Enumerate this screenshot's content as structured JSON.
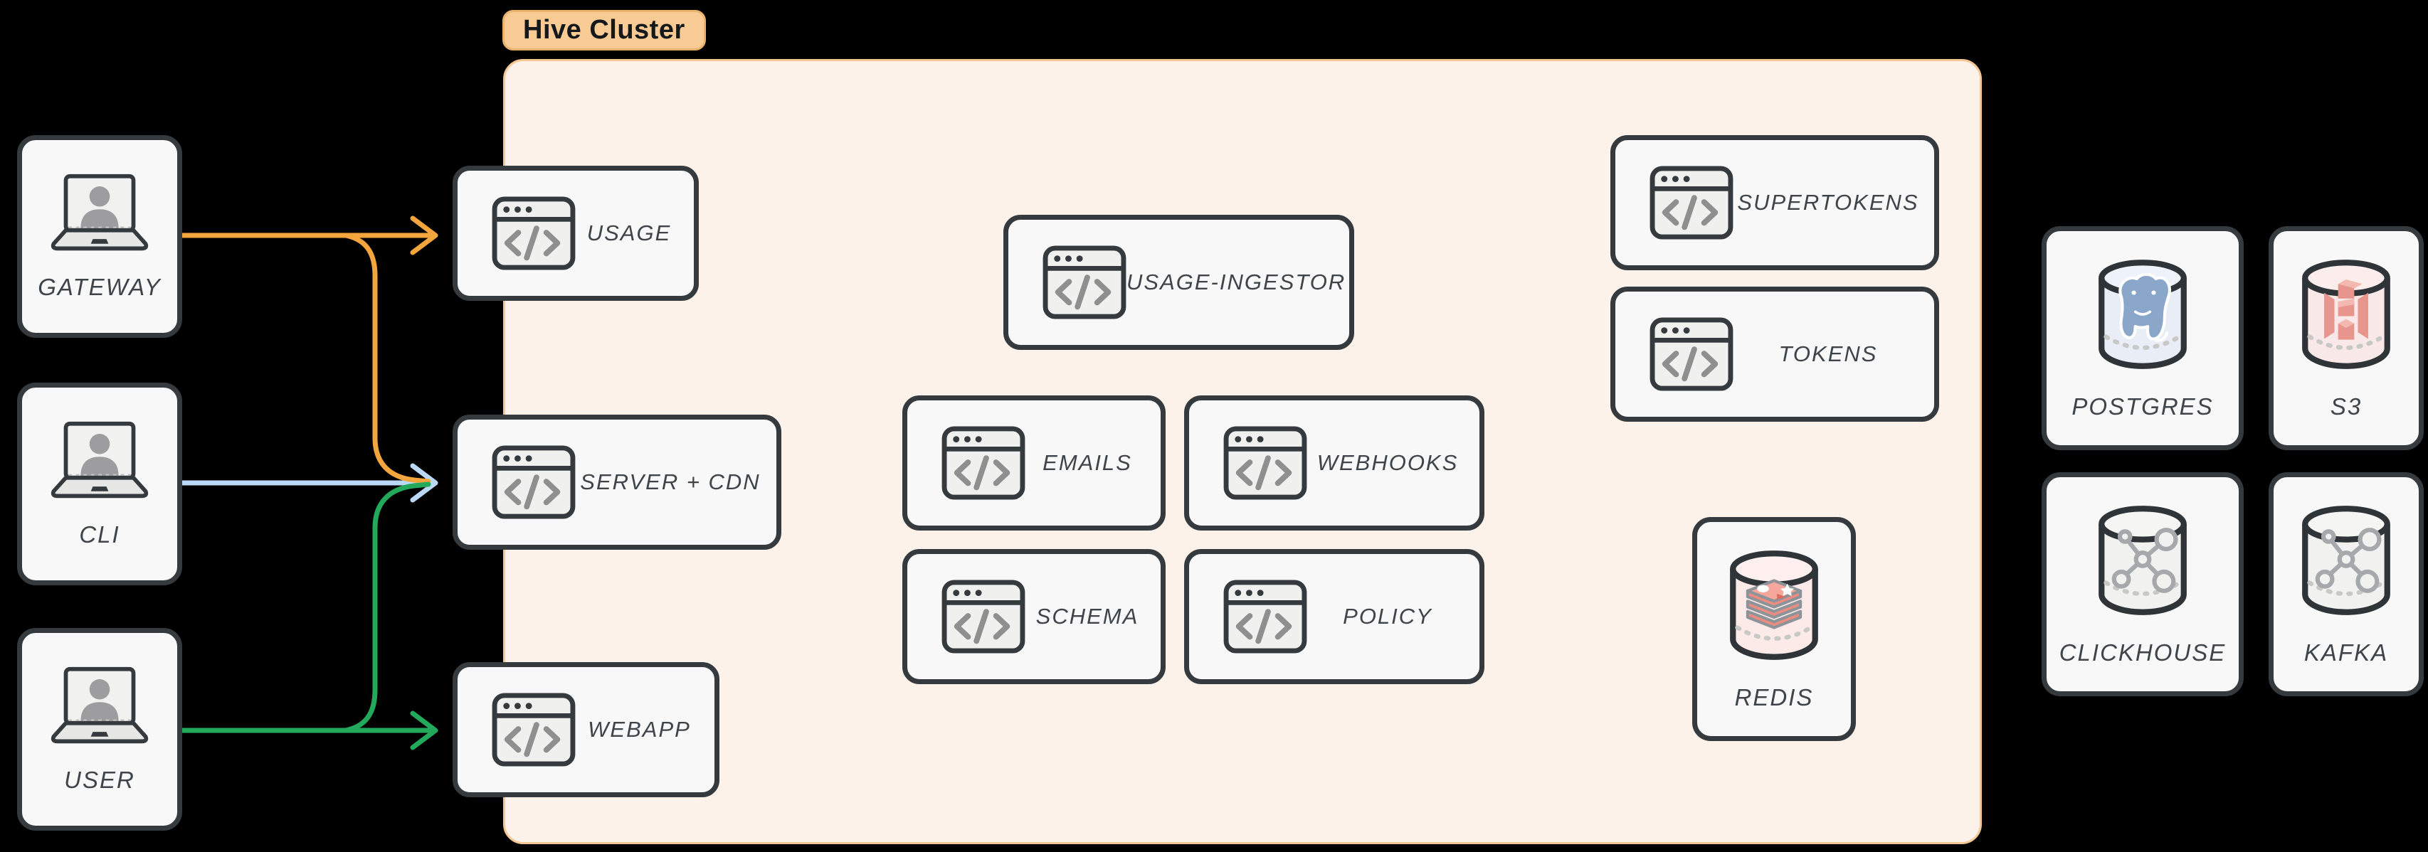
{
  "cluster_label": "Hive Cluster",
  "actors": [
    {
      "label": "GATEWAY"
    },
    {
      "label": "CLI"
    },
    {
      "label": "USER"
    }
  ],
  "services": [
    {
      "label": "USAGE"
    },
    {
      "label": "SERVER + CDN"
    },
    {
      "label": "WEBAPP"
    },
    {
      "label": "USAGE-INGESTOR"
    },
    {
      "label": "EMAILS"
    },
    {
      "label": "WEBHOOKS"
    },
    {
      "label": "SCHEMA"
    },
    {
      "label": "POLICY"
    },
    {
      "label": "SUPERTOKENS"
    },
    {
      "label": "TOKENS"
    }
  ],
  "datastores": [
    {
      "label": "REDIS"
    },
    {
      "label": "POSTGRES"
    },
    {
      "label": "S3"
    },
    {
      "label": "CLICKHOUSE"
    },
    {
      "label": "KAFKA"
    }
  ],
  "connections": [
    {
      "from": "GATEWAY",
      "to": "USAGE",
      "color": "#F5A53D"
    },
    {
      "from": "GATEWAY",
      "to": "SERVER + CDN",
      "color": "#F5A53D"
    },
    {
      "from": "CLI",
      "to": "SERVER + CDN",
      "color": "#BBD9F6"
    },
    {
      "from": "USER",
      "to": "SERVER + CDN",
      "color": "#22A95C"
    },
    {
      "from": "USER",
      "to": "WEBAPP",
      "color": "#22A95C"
    }
  ],
  "colors": {
    "orange": "#F5A53D",
    "blue": "#BBD9F6",
    "green": "#22A95C",
    "cluster_fill": "#FDF2EA",
    "cluster_border": "#F5C795",
    "pill_fill": "#F7CB93",
    "node_fill": "#F7F8F7",
    "node_border": "#343A3E",
    "label_text": "#3E4449"
  }
}
